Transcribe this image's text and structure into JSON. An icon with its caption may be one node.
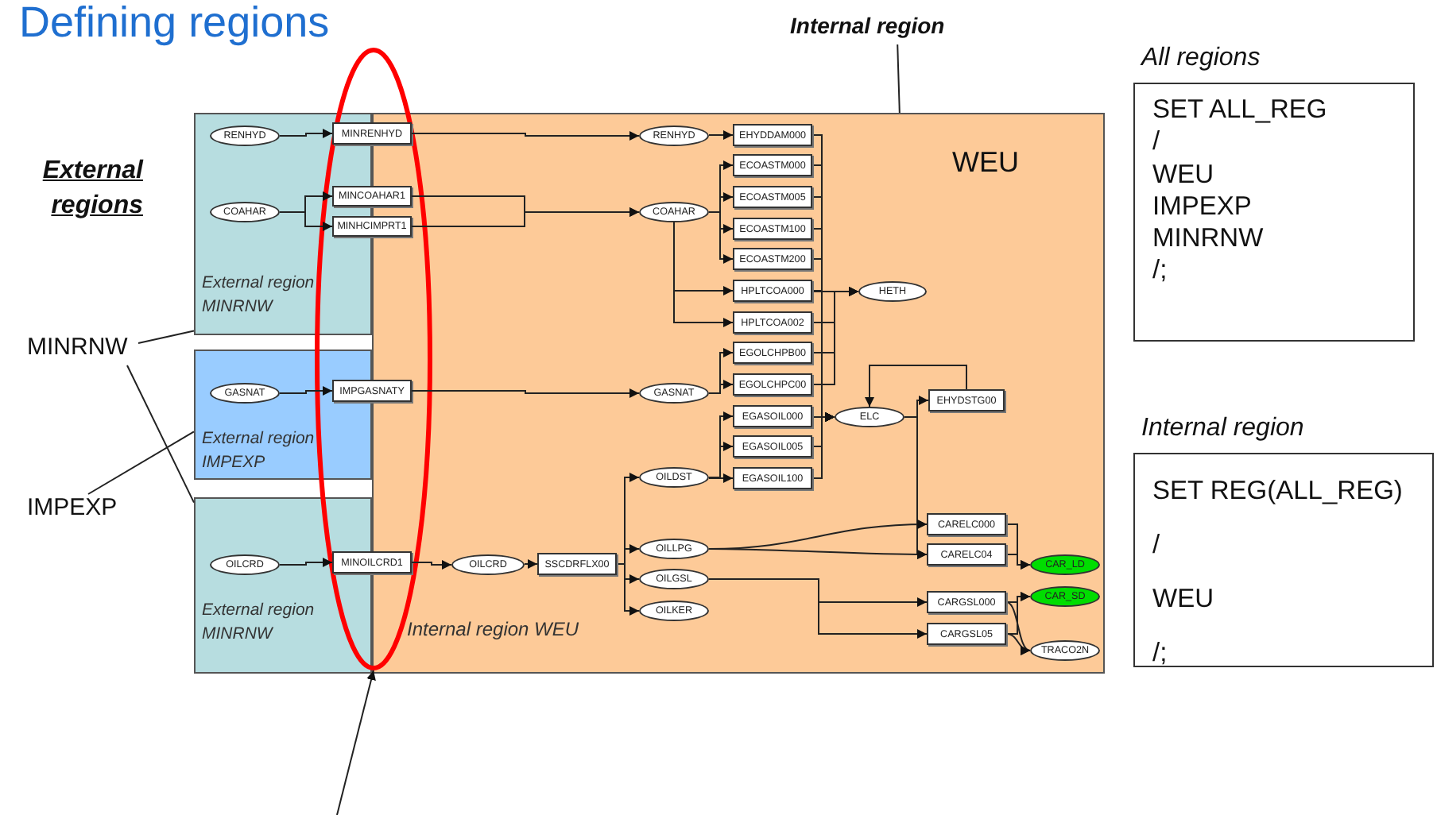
{
  "diagram": {
    "title": "Defining regions",
    "nodes": [
      {
        "text": [
          "External region MINRNW"
        ]
      },
      {
        "text": [
          "External region IMPEXP"
        ]
      },
      {
        "text": [
          "External region MINRNW"
        ]
      },
      {
        "text": [
          "WEU",
          "Internal region WEU"
        ]
      },
      {
        "text": [
          "RENHYD"
        ],
        "in": 0
      },
      {
        "text": [
          "COAHAR"
        ],
        "in": 0
      },
      {
        "text": [
          "GASNAT"
        ],
        "in": 1
      },
      {
        "text": [
          "OILCRD"
        ],
        "in": 2
      },
      {
        "text": [
          "MINRENHYD"
        ],
        "in": 47
      },
      {
        "text": [
          "MINCOAHAR1"
        ],
        "in": 47
      },
      {
        "text": [
          "MINHCIMPRT1"
        ],
        "in": 47
      },
      {
        "text": [
          "IMPGASNATY"
        ],
        "in": 47
      },
      {
        "text": [
          "MINOILCRD1"
        ],
        "in": 47
      },
      {
        "text": [
          "RENHYD"
        ],
        "in": 3
      },
      {
        "text": [
          "COAHAR"
        ],
        "in": 3
      },
      {
        "text": [
          "GASNAT"
        ],
        "in": 3
      },
      {
        "text": [
          "OILCRD"
        ],
        "in": 3
      },
      {
        "text": [
          "SSCDRFLX00"
        ],
        "in": 3
      },
      {
        "text": [
          "OILDST"
        ],
        "in": 3
      },
      {
        "text": [
          "OILLPG"
        ],
        "in": 3
      },
      {
        "text": [
          "OILGSL"
        ],
        "in": 3
      },
      {
        "text": [
          "OILKER"
        ],
        "in": 3
      },
      {
        "text": [
          "EHYDDAM000"
        ],
        "in": 3
      },
      {
        "text": [
          "ECOASTM000"
        ],
        "in": 3
      },
      {
        "text": [
          "ECOASTM005"
        ],
        "in": 3
      },
      {
        "text": [
          "ECOASTM100"
        ],
        "in": 3
      },
      {
        "text": [
          "ECOASTM200"
        ],
        "in": 3
      },
      {
        "text": [
          "HPLTCOA000"
        ],
        "in": 3
      },
      {
        "text": [
          "HPLTCOA002"
        ],
        "in": 3
      },
      {
        "text": [
          "EGOLCHPB00"
        ],
        "in": 3
      },
      {
        "text": [
          "EGOLCHPC00"
        ],
        "in": 3
      },
      {
        "text": [
          "EGASOIL000"
        ],
        "in": 3
      },
      {
        "text": [
          "EGASOIL005"
        ],
        "in": 3
      },
      {
        "text": [
          "EGASOIL100"
        ],
        "in": 3
      },
      {
        "text": [
          "HETH"
        ],
        "in": 3
      },
      {
        "text": [
          "ELC"
        ],
        "in": 3
      },
      {
        "text": [
          "EHYDSTG00"
        ],
        "in": 3
      },
      {
        "text": [
          "CARELC000"
        ],
        "in": 3
      },
      {
        "text": [
          "CARELC04"
        ],
        "in": 3
      },
      {
        "text": [
          "CARGSL000"
        ],
        "in": 3
      },
      {
        "text": [
          "CARGSL05"
        ],
        "in": 3
      },
      {
        "text": [
          "CAR_LD"
        ],
        "in": 3
      },
      {
        "text": [
          "CAR_SD"
        ],
        "in": 3
      },
      {
        "text": [
          "TRACO2N"
        ],
        "in": 3
      },
      {
        "text": [
          "Internal region"
        ]
      },
      {
        "text": [
          "MINRNW"
        ]
      },
      {
        "text": [
          "IMPEXP"
        ]
      },
      {
        "text": [],
        "shape": "ellipse"
      },
      {
        "text": [
          "All regions",
          "SET ALL_REG",
          "/",
          "WEU",
          "IMPEXP",
          "MINRNW",
          "/;"
        ]
      },
      {
        "text": [
          "Internal region",
          "SET REG(ALL_REG)",
          "/",
          "WEU",
          "/;"
        ]
      }
    ],
    "edges": [
      {
        "from": 4,
        "to": 8,
        "arrow": "to"
      },
      {
        "from": 5,
        "to": 9,
        "arrow": "to"
      },
      {
        "from": 5,
        "to": 10,
        "arrow": "to"
      },
      {
        "from": 6,
        "to": 11,
        "arrow": "to"
      },
      {
        "from": 7,
        "to": 12,
        "arrow": "to"
      },
      {
        "from": 8,
        "to": 13,
        "arrow": "to"
      },
      {
        "from": 9,
        "to": 14,
        "arrow": "to"
      },
      {
        "from": 10,
        "to": 14,
        "arrow": "to"
      },
      {
        "from": 11,
        "to": 15,
        "arrow": "to"
      },
      {
        "from": 12,
        "to": 16,
        "arrow": "to"
      },
      {
        "from": 16,
        "to": 17,
        "arrow": "to"
      },
      {
        "from": 17,
        "to": 18,
        "arrow": "to"
      },
      {
        "from": 17,
        "to": 19,
        "arrow": "to"
      },
      {
        "from": 17,
        "to": 20,
        "arrow": "to"
      },
      {
        "from": 17,
        "to": 21,
        "arrow": "to"
      },
      {
        "from": 13,
        "to": 22,
        "arrow": "to"
      },
      {
        "from": 14,
        "to": 23,
        "arrow": "to"
      },
      {
        "from": 14,
        "to": 24,
        "arrow": "to"
      },
      {
        "from": 14,
        "to": 25,
        "arrow": "to"
      },
      {
        "from": 14,
        "to": 26,
        "arrow": "to"
      },
      {
        "from": 14,
        "to": 27,
        "arrow": "to"
      },
      {
        "from": 14,
        "to": 28,
        "arrow": "to"
      },
      {
        "from": 15,
        "to": 29,
        "arrow": "to"
      },
      {
        "from": 15,
        "to": 30,
        "arrow": "to"
      },
      {
        "from": 18,
        "to": 31,
        "arrow": "to"
      },
      {
        "from": 18,
        "to": 32,
        "arrow": "to"
      },
      {
        "from": 18,
        "to": 33,
        "arrow": "to"
      },
      {
        "from": 22,
        "to": 35,
        "arrow": "to"
      },
      {
        "from": 23,
        "to": 35,
        "arrow": "to"
      },
      {
        "from": 24,
        "to": 35,
        "arrow": "to"
      },
      {
        "from": 25,
        "to": 35,
        "arrow": "to"
      },
      {
        "from": 26,
        "to": 35,
        "arrow": "to"
      },
      {
        "from": 27,
        "to": 35,
        "arrow": "to"
      },
      {
        "from": 28,
        "to": 35,
        "arrow": "to"
      },
      {
        "from": 29,
        "to": 35,
        "arrow": "to"
      },
      {
        "from": 30,
        "to": 35,
        "arrow": "to"
      },
      {
        "from": 31,
        "to": 35,
        "arrow": "to"
      },
      {
        "from": 32,
        "to": 35,
        "arrow": "to"
      },
      {
        "from": 33,
        "to": 35,
        "arrow": "to"
      },
      {
        "from": 27,
        "to": 34,
        "arrow": "to"
      },
      {
        "from": 28,
        "to": 34,
        "arrow": "to"
      },
      {
        "from": 29,
        "to": 34,
        "arrow": "to"
      },
      {
        "from": 30,
        "to": 34,
        "arrow": "to"
      },
      {
        "from": 35,
        "to": 36,
        "arrow": "to"
      },
      {
        "from": 36,
        "to": 35,
        "arrow": "to"
      },
      {
        "from": 35,
        "to": 37,
        "arrow": "to"
      },
      {
        "from": 35,
        "to": 38,
        "arrow": "to"
      },
      {
        "from": 19,
        "to": 37,
        "arrow": "to"
      },
      {
        "from": 19,
        "to": 38,
        "arrow": "to"
      },
      {
        "from": 20,
        "to": 39,
        "arrow": "to"
      },
      {
        "from": 20,
        "to": 40,
        "arrow": "to"
      },
      {
        "from": 37,
        "to": 41,
        "arrow": "to"
      },
      {
        "from": 38,
        "to": 41,
        "arrow": "to"
      },
      {
        "from": 39,
        "to": 42,
        "arrow": "to"
      },
      {
        "from": 40,
        "to": 42,
        "arrow": "to"
      },
      {
        "from": 39,
        "to": 43,
        "arrow": "to"
      },
      {
        "from": 40,
        "to": 43,
        "arrow": "to"
      },
      {
        "from": 44,
        "to": 3,
        "arrow": "none"
      },
      {
        "from": 45,
        "to": 0,
        "arrow": "none"
      },
      {
        "from": 45,
        "to": 2,
        "arrow": "none"
      },
      {
        "from": 46,
        "to": 1,
        "arrow": "none"
      },
      {
        "from": null,
        "to": 47,
        "arrow": "to"
      }
    ],
    "labels": [
      "External regions"
    ]
  }
}
